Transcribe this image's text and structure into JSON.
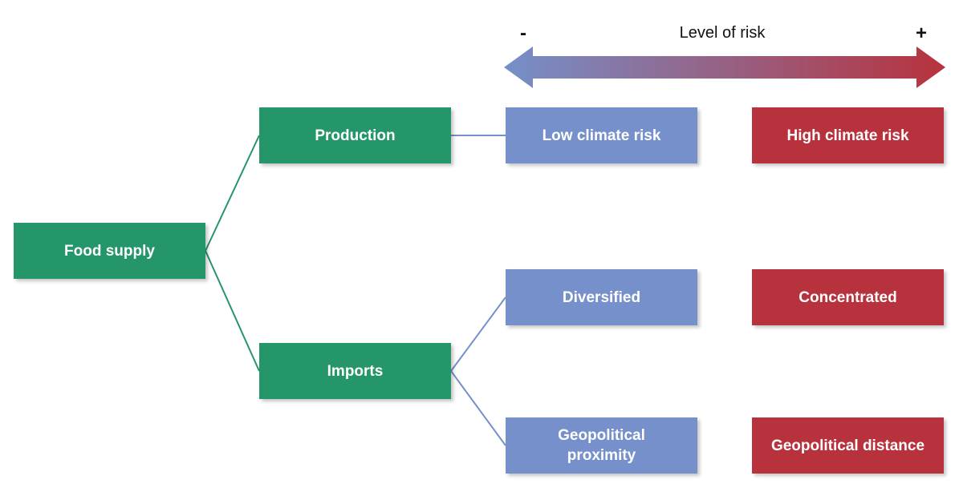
{
  "risk_scale": {
    "title": "Level of risk",
    "low_symbol": "-",
    "high_symbol": "+",
    "low_color": "#7590ca",
    "high_color": "#b8323d"
  },
  "nodes": {
    "food_supply": "Food supply",
    "production": "Production",
    "imports": "Imports",
    "low_climate_risk": "Low climate risk",
    "high_climate_risk": "High climate risk",
    "diversified": "Diversified",
    "concentrated": "Concentrated",
    "geopolitical_proximity": "Geopolitical proximity",
    "geopolitical_distance": "Geopolitical distance"
  },
  "colors": {
    "category": "#25966a",
    "low_risk": "#7590ca",
    "high_risk": "#b8323d"
  }
}
